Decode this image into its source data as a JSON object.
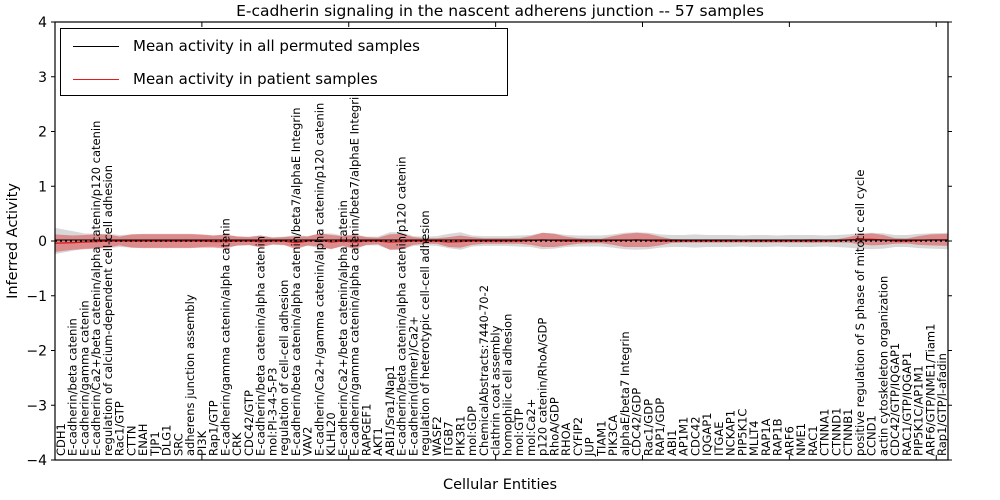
{
  "title": "E-cadherin signaling in the nascent adherens junction -- 57 samples",
  "legend": {
    "items": [
      {
        "label": "Mean activity in all permuted samples",
        "color": "#000000"
      },
      {
        "label": "Mean activity in patient samples",
        "color": "#e41a1c"
      }
    ]
  },
  "chart_data": {
    "type": "area",
    "title": "E-cadherin signaling in the nascent adherens junction -- 57 samples",
    "xlabel": "Cellular Entities",
    "ylabel": "Inferred Activity",
    "ylim": [
      -4,
      4
    ],
    "yticks": [
      4,
      3,
      2,
      1,
      0,
      -1,
      -2,
      -3,
      -4
    ],
    "xtick_positions": [
      12.5,
      25,
      37.5,
      50,
      62.5,
      75
    ],
    "grid": false,
    "legend_position": "upper left",
    "colors": {
      "patient_band": "#e41a1c",
      "permuted_band": "#999999",
      "patient_line": "#dd1c1c",
      "permuted_line": "#000000"
    },
    "entities": [
      "CDH1",
      "E-cadherin/beta catenin",
      "E-cadherin/gamma catenin",
      "E-cadherin/Ca2+/beta catenin/alpha catenin/p120 catenin",
      "regulation of calcium-dependent cell-cell adhesion",
      "Rac1/GTP",
      "CTTN",
      "ENAH",
      "TJP1",
      "DLG1",
      "SRC",
      "adherens junction assembly",
      "PI3K",
      "Rap1/GTP",
      "E-cadherin/gamma catenin/alpha catenin",
      "CRK",
      "CDC42/GTP",
      "E-cadherin/beta catenin/alpha catenin",
      "mol:PI-3-4-5-P3",
      "regulation of cell-cell adhesion",
      "E-cadherin/beta catenin/alpha catenin/beta7/alphaE Integrin",
      "VAV2",
      "E-cadherin/Ca2+/gamma catenin/alpha catenin/p120 catenin",
      "KLHL20",
      "E-cadherin/Ca2+/beta catenin/alpha catenin",
      "E-cadherin/gamma catenin/alpha catenin/beta7/alphaE Integrin",
      "RAPGEF1",
      "AKT1",
      "ABI1/Sra1/Nap1",
      "E-cadherin/beta catenin/alpha catenin/p120 catenin",
      "E-cadherin(dimer)/Ca2+",
      "regulation of heterotypic cell-cell adhesion",
      "WASF2",
      "ITGB7",
      "PIK3R1",
      "mol:GDP",
      "ChemicalAbstracts:7440-70-2",
      "clathrin coat assembly",
      "homophilic cell adhesion",
      "mol:GTP",
      "mol:Ca2+",
      "p120 catenin/RhoA/GDP",
      "RhoA/GDP",
      "RHOA",
      "CYFIP2",
      "JUP",
      "TIAM1",
      "PIK3CA",
      "alphaE/beta7 Integrin",
      "CDC42/GDP",
      "Rac1/GDP",
      "RAP1/GDP",
      "ABI1",
      "AP1M1",
      "CDC42",
      "IQGAP1",
      "ITGAE",
      "NCKAP1",
      "PIP5K1C",
      "MLLT4",
      "RAP1A",
      "RAP1B",
      "ARF6",
      "NME1",
      "RAC1",
      "CTNNA1",
      "CTNND1",
      "CTNNB1",
      "positive regulation of S phase of mitotic cell cycle",
      "CCND1",
      "actin cytoskeleton organization",
      "CDC42/GTP/IQGAP1",
      "RAC1/GTP/IQGAP1",
      "PIP5K1C/AP1M1",
      "ARF6/GTP/NME1/Tiam1",
      "Rap1/GTP/l-afadin"
    ],
    "series": [
      {
        "name": "Mean activity in patient samples (offset from 0)",
        "values": [
          -0.04,
          -0.03,
          -0.02,
          -0.01,
          0,
          0,
          0,
          0,
          0,
          0,
          0,
          0,
          0,
          -0.01,
          -0.01,
          0,
          0,
          -0.01,
          0,
          0,
          -0.03,
          0,
          0.02,
          -0.02,
          0,
          -0.02,
          0,
          0,
          -0.02,
          -0.01,
          0,
          0,
          0,
          -0.02,
          -0.01,
          0,
          0,
          0,
          0,
          0,
          0.01,
          0.02,
          0.01,
          0,
          0,
          0,
          0,
          0.01,
          0.01,
          0.02,
          0.01,
          0,
          0,
          0,
          0,
          0,
          0,
          0,
          0,
          0,
          0,
          0,
          0,
          0,
          0,
          0,
          0,
          0.02,
          0.03,
          0.03,
          0.02,
          0,
          0,
          0.01,
          0.02,
          0.02
        ]
      },
      {
        "name": "patient band half-width",
        "values": [
          0.16,
          0.13,
          0.13,
          0.13,
          0.12,
          0.08,
          0.12,
          0.13,
          0.13,
          0.13,
          0.13,
          0.13,
          0.12,
          0.11,
          0.13,
          0.08,
          0.07,
          0.11,
          0.06,
          0.07,
          0.12,
          0.08,
          0.12,
          0.13,
          0.09,
          0.13,
          0.07,
          0.06,
          0.14,
          0.14,
          0.07,
          0.05,
          0.05,
          0.09,
          0.11,
          0.07,
          0.05,
          0.05,
          0.05,
          0.05,
          0.08,
          0.13,
          0.12,
          0.08,
          0.05,
          0.04,
          0.04,
          0.08,
          0.12,
          0.13,
          0.12,
          0.08,
          0.035,
          0.03,
          0.03,
          0.03,
          0.03,
          0.03,
          0.03,
          0.03,
          0.03,
          0.03,
          0.03,
          0.03,
          0.035,
          0.03,
          0.03,
          0.05,
          0.09,
          0.11,
          0.09,
          0.05,
          0.045,
          0.08,
          0.1,
          0.11
        ]
      },
      {
        "name": "permuted band half-width",
        "values": [
          0.24,
          0.18,
          0.14,
          0.13,
          0.13,
          0.11,
          0.12,
          0.12,
          0.12,
          0.12,
          0.12,
          0.12,
          0.11,
          0.1,
          0.11,
          0.09,
          0.08,
          0.1,
          0.07,
          0.08,
          0.11,
          0.09,
          0.13,
          0.14,
          0.1,
          0.12,
          0.08,
          0.08,
          0.16,
          0.16,
          0.09,
          0.08,
          0.09,
          0.13,
          0.16,
          0.1,
          0.09,
          0.09,
          0.09,
          0.1,
          0.11,
          0.15,
          0.14,
          0.11,
          0.1,
          0.1,
          0.1,
          0.12,
          0.15,
          0.16,
          0.15,
          0.12,
          0.11,
          0.11,
          0.12,
          0.11,
          0.11,
          0.11,
          0.1,
          0.11,
          0.11,
          0.1,
          0.11,
          0.11,
          0.11,
          0.1,
          0.11,
          0.12,
          0.14,
          0.15,
          0.14,
          0.11,
          0.11,
          0.13,
          0.14,
          0.15
        ]
      }
    ],
    "permuted_mean": 0
  }
}
